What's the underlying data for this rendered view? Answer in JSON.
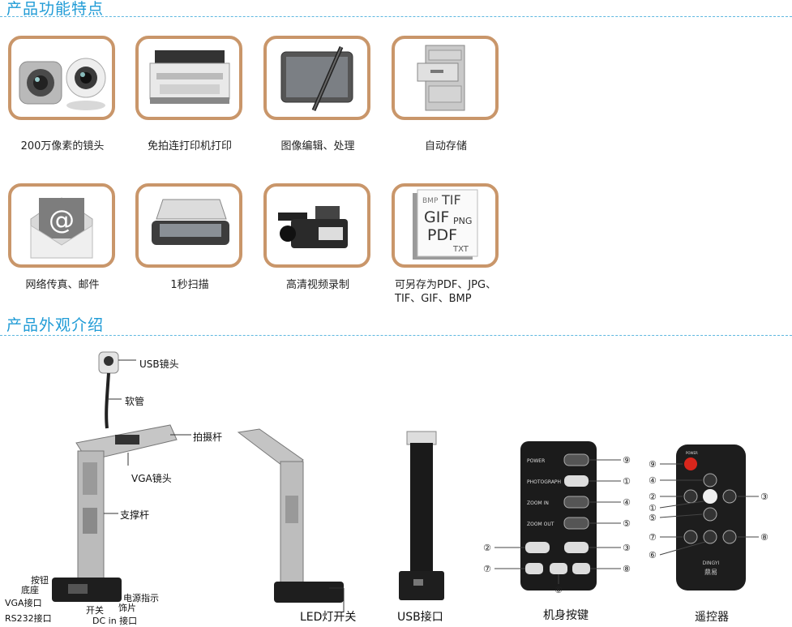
{
  "sections": {
    "features_title": "产品功能特点",
    "appearance_title": "产品外观介绍"
  },
  "features": [
    {
      "icon": "webcam-icon",
      "label": "200万像素的镜头"
    },
    {
      "icon": "printer-icon",
      "label": "免拍连打印机打印"
    },
    {
      "icon": "tablet-pen-icon",
      "label": "图像编辑、处理"
    },
    {
      "icon": "file-cabinet-icon",
      "label": "自动存储"
    },
    {
      "icon": "mail-at-icon",
      "label": "网络传真、邮件"
    },
    {
      "icon": "scanner-icon",
      "label": "1秒扫描"
    },
    {
      "icon": "camcorder-icon",
      "label": "高清视频录制"
    },
    {
      "icon": "file-formats-icon",
      "label": "可另存为PDF、JPG、\nTIF、GIF、BMP"
    }
  ],
  "format_icon_text": {
    "bmp": "BMP",
    "tif": "TIF",
    "gif": "GIF",
    "png": "PNG",
    "pdf": "PDF",
    "txt": "TXT"
  },
  "device_labels": {
    "usb_lens": "USB镜头",
    "hose": "软管",
    "arm": "拍摄杆",
    "vga_lens": "VGA镜头",
    "support": "支撑杆",
    "button": "按钮",
    "base": "底座",
    "vga_port": "VGA接口",
    "rs232": "RS232接口",
    "switch": "开关",
    "dc_in": "DC in 接口",
    "trim": "饰片",
    "power_led": "电源指示"
  },
  "view_captions": {
    "led_switch": "LED灯开关",
    "usb_port": "USB接口",
    "body_keys": "机身按键",
    "remote": "遥控器"
  },
  "body_panel": {
    "rows": [
      {
        "label": "POWER",
        "num": "⑨"
      },
      {
        "label": "PHOTOGRAPH",
        "num": "①"
      },
      {
        "label": "ZOOM IN",
        "num": "④"
      },
      {
        "label": "ZOOM OUT",
        "num": "⑤"
      }
    ],
    "rotate_left": "②",
    "rotate_right": "③",
    "prev": "⑦",
    "next": "⑧",
    "play": "⑥"
  },
  "remote": {
    "power": "POWER",
    "brand_en": "DINGYI",
    "brand_cn": "鼎易",
    "nums": {
      "power": "⑨",
      "zoom_in": "④",
      "left": "②",
      "right": "③",
      "photo": "①",
      "zoom_out": "⑤",
      "prev": "⑦",
      "next": "⑧",
      "play": "⑥"
    }
  }
}
